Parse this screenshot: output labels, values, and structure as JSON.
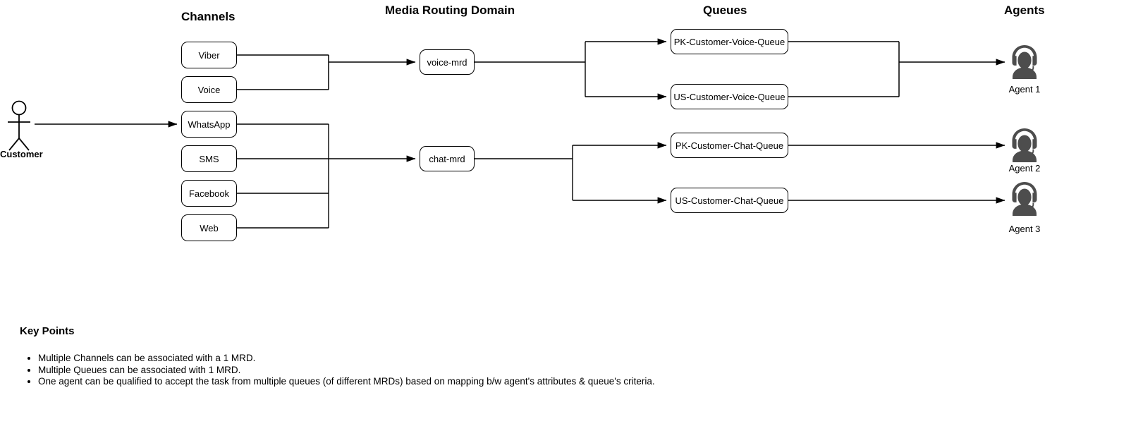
{
  "headers": {
    "channels": "Channels",
    "mrd": "Media Routing Domain",
    "queues": "Queues",
    "agents": "Agents"
  },
  "actor": {
    "label": "Customer",
    "icon": "stick-figure-person-icon"
  },
  "channels": [
    {
      "label": "Viber"
    },
    {
      "label": "Voice"
    },
    {
      "label": "WhatsApp"
    },
    {
      "label": "SMS"
    },
    {
      "label": "Facebook"
    },
    {
      "label": "Web"
    }
  ],
  "mrds": [
    {
      "label": "voice-mrd"
    },
    {
      "label": "chat-mrd"
    }
  ],
  "queues": [
    {
      "label": "PK-Customer-Voice-Queue"
    },
    {
      "label": "US-Customer-Voice-Queue"
    },
    {
      "label": "PK-Customer-Chat-Queue"
    },
    {
      "label": "US-Customer-Chat-Queue"
    }
  ],
  "agents": [
    {
      "label": "Agent 1",
      "icon": "agent-headset-icon"
    },
    {
      "label": "Agent 2",
      "icon": "agent-headset-icon"
    },
    {
      "label": "Agent 3",
      "icon": "agent-headset-icon"
    }
  ],
  "key_points": {
    "title": "Key Points",
    "items": [
      "Multiple Channels can be associated with a 1 MRD.",
      "Multiple Queues can be associated with 1 MRD.",
      "One agent can be qualified to accept the task from multiple queues (of different MRDs) based on mapping b/w agent's attributes & queue's criteria."
    ]
  },
  "colors": {
    "stroke": "#000000",
    "box_fill": "#ffffff",
    "agent_icon": "#4d4d4d",
    "connector_gray": "#666666"
  }
}
